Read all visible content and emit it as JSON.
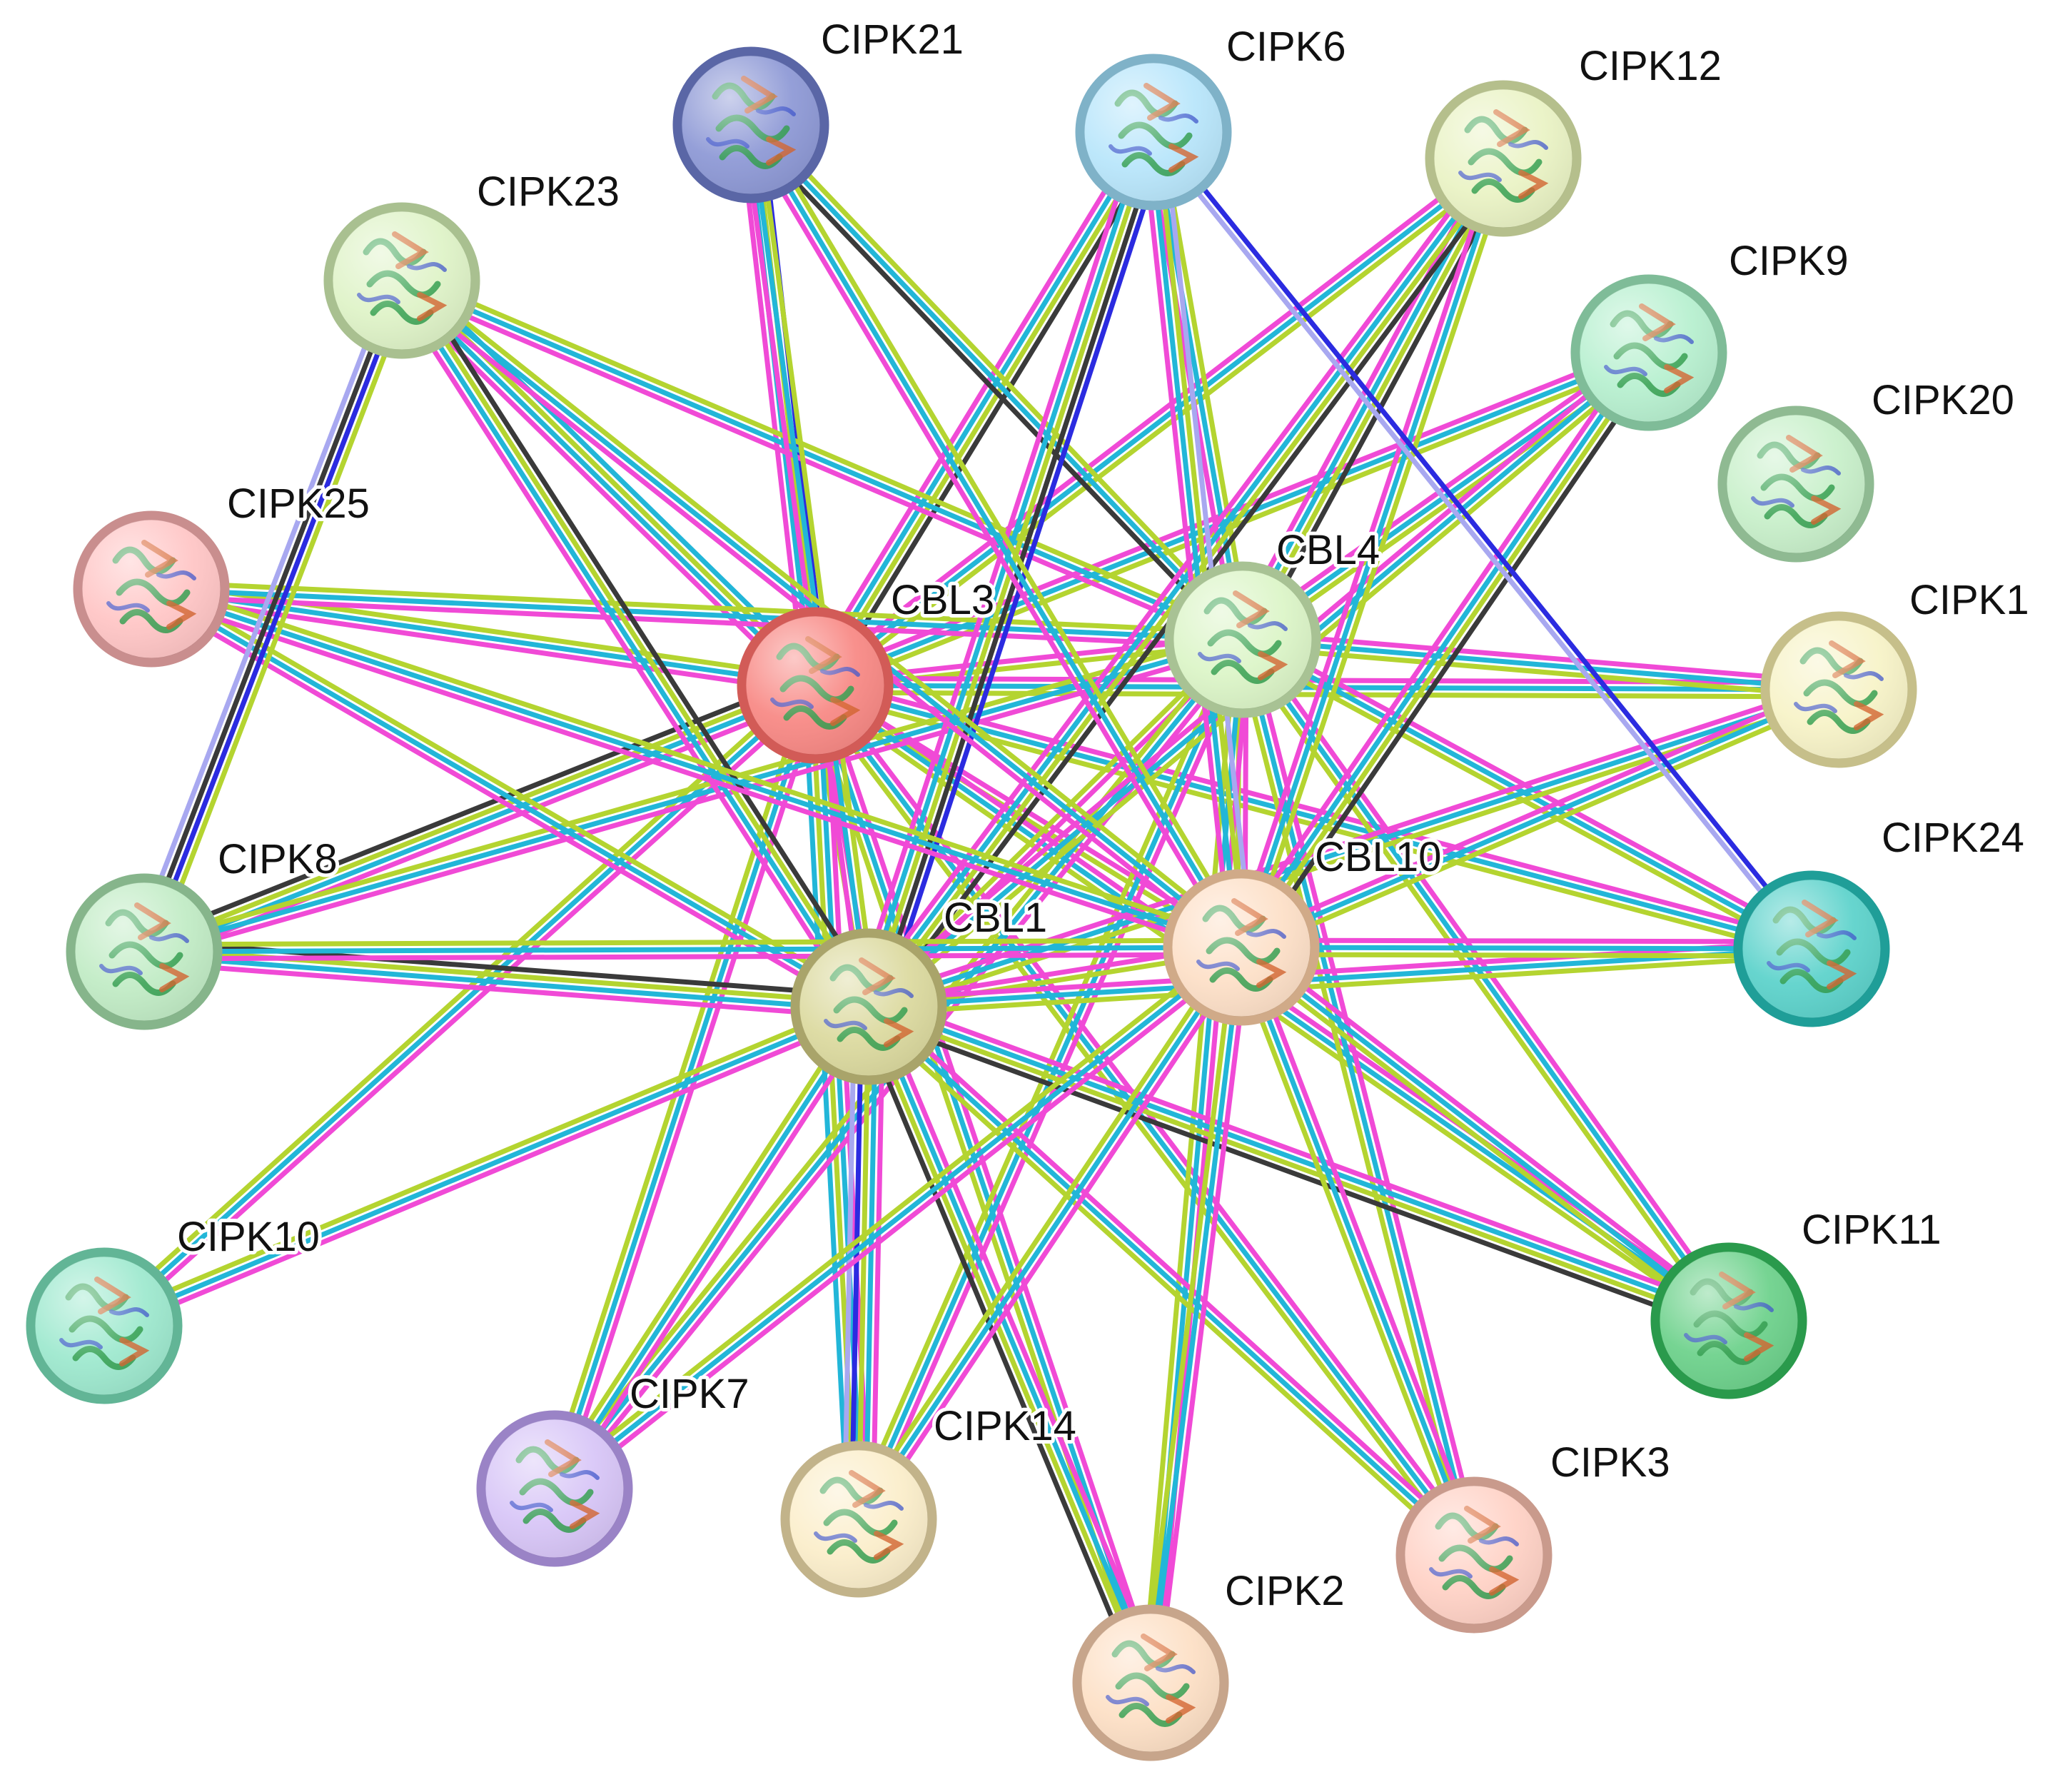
{
  "network": {
    "nodes": [
      {
        "id": "CIPK21",
        "label": "CIPK21",
        "fill": "#8f9ad6",
        "ring": "#5a66a6"
      },
      {
        "id": "CIPK6",
        "label": "CIPK6",
        "fill": "#b9e6fb",
        "ring": "#7fb2c8"
      },
      {
        "id": "CIPK12",
        "label": "CIPK12",
        "fill": "#eaf3c5",
        "ring": "#b5bf8c"
      },
      {
        "id": "CIPK23",
        "label": "CIPK23",
        "fill": "#dff3c8",
        "ring": "#a9c090"
      },
      {
        "id": "CIPK9",
        "label": "CIPK9",
        "fill": "#b8f0d0",
        "ring": "#7fbc98"
      },
      {
        "id": "CIPK20",
        "label": "CIPK20",
        "fill": "#c9f0cb",
        "ring": "#8fba92"
      },
      {
        "id": "CIPK25",
        "label": "CIPK25",
        "fill": "#ffc6c6",
        "ring": "#c98e8e"
      },
      {
        "id": "CBL3",
        "label": "CBL3",
        "fill": "#f88a86",
        "ring": "#d25b57"
      },
      {
        "id": "CBL4",
        "label": "CBL4",
        "fill": "#dcf5c8",
        "ring": "#a8c294"
      },
      {
        "id": "CIPK1",
        "label": "CIPK1",
        "fill": "#f7f3c8",
        "ring": "#c6bf8a"
      },
      {
        "id": "CIPK8",
        "label": "CIPK8",
        "fill": "#c2ecc6",
        "ring": "#86b58b"
      },
      {
        "id": "CBL1",
        "label": "CBL1",
        "fill": "#dcdaa0",
        "ring": "#a9a46a"
      },
      {
        "id": "CBL10",
        "label": "CBL10",
        "fill": "#fde0c8",
        "ring": "#d0aa88"
      },
      {
        "id": "CIPK24",
        "label": "CIPK24",
        "fill": "#5fd3cc",
        "ring": "#1f9e98"
      },
      {
        "id": "CIPK10",
        "label": "CIPK10",
        "fill": "#9fe9cf",
        "ring": "#62b596"
      },
      {
        "id": "CIPK11",
        "label": "CIPK11",
        "fill": "#6fd28d",
        "ring": "#2a9a4c"
      },
      {
        "id": "CIPK7",
        "label": "CIPK7",
        "fill": "#d8c6f7",
        "ring": "#9a83c6"
      },
      {
        "id": "CIPK14",
        "label": "CIPK14",
        "fill": "#fbeecb",
        "ring": "#c2b38a"
      },
      {
        "id": "CIPK3",
        "label": "CIPK3",
        "fill": "#ffd2c6",
        "ring": "#c99a8c"
      },
      {
        "id": "CIPK2",
        "label": "CIPK2",
        "fill": "#fde0c6",
        "ring": "#c7a58b"
      }
    ],
    "edge_colors": {
      "pink": "#f04ad6",
      "cyan": "#22b6d8",
      "olive": "#b4d430",
      "black": "#3a3a3a",
      "blue": "#2b2be0",
      "lavender": "#a8a8f0"
    },
    "edges": [
      {
        "source": "CBL3",
        "target": "CIPK21",
        "types": [
          "pink",
          "cyan",
          "olive",
          "blue"
        ]
      },
      {
        "source": "CBL3",
        "target": "CIPK6",
        "types": [
          "pink",
          "cyan",
          "olive",
          "black"
        ]
      },
      {
        "source": "CBL3",
        "target": "CIPK12",
        "types": [
          "pink",
          "cyan",
          "olive"
        ]
      },
      {
        "source": "CBL3",
        "target": "CIPK23",
        "types": [
          "pink",
          "cyan",
          "olive",
          "cyan"
        ]
      },
      {
        "source": "CBL3",
        "target": "CIPK9",
        "types": [
          "pink",
          "cyan",
          "olive"
        ]
      },
      {
        "source": "CBL3",
        "target": "CIPK25",
        "types": [
          "pink",
          "cyan",
          "olive"
        ]
      },
      {
        "source": "CBL3",
        "target": "CBL4",
        "types": [
          "pink",
          "olive"
        ]
      },
      {
        "source": "CBL3",
        "target": "CIPK1",
        "types": [
          "pink",
          "cyan",
          "olive"
        ]
      },
      {
        "source": "CBL3",
        "target": "CIPK8",
        "types": [
          "pink",
          "cyan",
          "olive",
          "black"
        ]
      },
      {
        "source": "CBL3",
        "target": "CBL1",
        "types": [
          "pink",
          "olive"
        ]
      },
      {
        "source": "CBL3",
        "target": "CBL10",
        "types": [
          "pink",
          "olive"
        ]
      },
      {
        "source": "CBL3",
        "target": "CIPK24",
        "types": [
          "pink",
          "cyan",
          "olive"
        ]
      },
      {
        "source": "CBL3",
        "target": "CIPK10",
        "types": [
          "pink",
          "cyan",
          "olive"
        ]
      },
      {
        "source": "CBL3",
        "target": "CIPK11",
        "types": [
          "pink",
          "cyan",
          "olive"
        ]
      },
      {
        "source": "CBL3",
        "target": "CIPK7",
        "types": [
          "pink",
          "cyan",
          "olive"
        ]
      },
      {
        "source": "CBL3",
        "target": "CIPK14",
        "types": [
          "pink",
          "cyan",
          "olive",
          "cyan"
        ]
      },
      {
        "source": "CBL3",
        "target": "CIPK3",
        "types": [
          "pink",
          "cyan",
          "olive"
        ]
      },
      {
        "source": "CBL3",
        "target": "CIPK2",
        "types": [
          "pink",
          "cyan",
          "olive"
        ]
      },
      {
        "source": "CBL4",
        "target": "CIPK21",
        "types": [
          "black",
          "cyan",
          "olive"
        ]
      },
      {
        "source": "CBL4",
        "target": "CIPK6",
        "types": [
          "pink",
          "cyan",
          "olive"
        ]
      },
      {
        "source": "CBL4",
        "target": "CIPK12",
        "types": [
          "pink",
          "cyan",
          "olive",
          "black"
        ]
      },
      {
        "source": "CBL4",
        "target": "CIPK23",
        "types": [
          "pink",
          "cyan",
          "olive"
        ]
      },
      {
        "source": "CBL4",
        "target": "CIPK9",
        "types": [
          "pink",
          "cyan",
          "olive"
        ]
      },
      {
        "source": "CBL4",
        "target": "CIPK25",
        "types": [
          "pink",
          "cyan",
          "olive"
        ]
      },
      {
        "source": "CBL4",
        "target": "CIPK1",
        "types": [
          "pink",
          "cyan",
          "olive"
        ]
      },
      {
        "source": "CBL4",
        "target": "CIPK8",
        "types": [
          "pink",
          "cyan",
          "olive"
        ]
      },
      {
        "source": "CBL4",
        "target": "CBL1",
        "types": [
          "pink",
          "olive"
        ]
      },
      {
        "source": "CBL4",
        "target": "CBL10",
        "types": [
          "pink",
          "olive"
        ]
      },
      {
        "source": "CBL4",
        "target": "CIPK24",
        "types": [
          "pink",
          "cyan",
          "olive"
        ]
      },
      {
        "source": "CBL4",
        "target": "CIPK11",
        "types": [
          "pink",
          "cyan",
          "olive"
        ]
      },
      {
        "source": "CBL4",
        "target": "CIPK7",
        "types": [
          "pink",
          "cyan",
          "olive"
        ]
      },
      {
        "source": "CBL4",
        "target": "CIPK14",
        "types": [
          "pink",
          "cyan",
          "olive"
        ]
      },
      {
        "source": "CBL4",
        "target": "CIPK3",
        "types": [
          "pink",
          "cyan",
          "olive"
        ]
      },
      {
        "source": "CBL4",
        "target": "CIPK2",
        "types": [
          "pink",
          "cyan",
          "olive"
        ]
      },
      {
        "source": "CBL1",
        "target": "CIPK21",
        "types": [
          "pink",
          "cyan",
          "olive"
        ]
      },
      {
        "source": "CBL1",
        "target": "CIPK6",
        "types": [
          "pink",
          "cyan",
          "olive",
          "black",
          "blue"
        ]
      },
      {
        "source": "CBL1",
        "target": "CIPK12",
        "types": [
          "pink",
          "cyan",
          "olive",
          "black"
        ]
      },
      {
        "source": "CBL1",
        "target": "CIPK23",
        "types": [
          "pink",
          "cyan",
          "olive",
          "black"
        ]
      },
      {
        "source": "CBL1",
        "target": "CIPK9",
        "types": [
          "pink",
          "cyan",
          "olive"
        ]
      },
      {
        "source": "CBL1",
        "target": "CIPK25",
        "types": [
          "pink",
          "cyan",
          "olive"
        ]
      },
      {
        "source": "CBL1",
        "target": "CIPK1",
        "types": [
          "pink",
          "cyan",
          "olive"
        ]
      },
      {
        "source": "CBL1",
        "target": "CIPK8",
        "types": [
          "pink",
          "cyan",
          "olive",
          "black"
        ]
      },
      {
        "source": "CBL1",
        "target": "CBL10",
        "types": [
          "pink",
          "olive"
        ]
      },
      {
        "source": "CBL1",
        "target": "CIPK24",
        "types": [
          "pink",
          "cyan",
          "olive"
        ]
      },
      {
        "source": "CBL1",
        "target": "CIPK10",
        "types": [
          "pink",
          "cyan",
          "olive"
        ]
      },
      {
        "source": "CBL1",
        "target": "CIPK11",
        "types": [
          "pink",
          "cyan",
          "olive",
          "black"
        ]
      },
      {
        "source": "CBL1",
        "target": "CIPK7",
        "types": [
          "pink",
          "cyan",
          "olive"
        ]
      },
      {
        "source": "CBL1",
        "target": "CIPK14",
        "types": [
          "pink",
          "cyan",
          "olive",
          "blue",
          "lavender"
        ]
      },
      {
        "source": "CBL1",
        "target": "CIPK3",
        "types": [
          "pink",
          "cyan",
          "olive"
        ]
      },
      {
        "source": "CBL1",
        "target": "CIPK2",
        "types": [
          "pink",
          "cyan",
          "olive",
          "black"
        ]
      },
      {
        "source": "CBL10",
        "target": "CIPK21",
        "types": [
          "pink",
          "cyan",
          "olive"
        ]
      },
      {
        "source": "CBL10",
        "target": "CIPK6",
        "types": [
          "pink",
          "cyan",
          "olive",
          "lavender"
        ]
      },
      {
        "source": "CBL10",
        "target": "CIPK12",
        "types": [
          "pink",
          "cyan",
          "olive"
        ]
      },
      {
        "source": "CBL10",
        "target": "CIPK23",
        "types": [
          "pink",
          "cyan",
          "olive"
        ]
      },
      {
        "source": "CBL10",
        "target": "CIPK9",
        "types": [
          "pink",
          "cyan",
          "olive",
          "black"
        ]
      },
      {
        "source": "CBL10",
        "target": "CIPK25",
        "types": [
          "pink",
          "cyan",
          "olive"
        ]
      },
      {
        "source": "CBL10",
        "target": "CIPK1",
        "types": [
          "pink",
          "cyan",
          "olive"
        ]
      },
      {
        "source": "CBL10",
        "target": "CIPK8",
        "types": [
          "pink",
          "cyan",
          "olive"
        ]
      },
      {
        "source": "CBL10",
        "target": "CIPK24",
        "types": [
          "pink",
          "cyan",
          "olive"
        ]
      },
      {
        "source": "CBL10",
        "target": "CIPK11",
        "types": [
          "pink",
          "cyan",
          "olive"
        ]
      },
      {
        "source": "CBL10",
        "target": "CIPK7",
        "types": [
          "pink",
          "cyan",
          "olive"
        ]
      },
      {
        "source": "CBL10",
        "target": "CIPK14",
        "types": [
          "pink",
          "cyan",
          "olive"
        ]
      },
      {
        "source": "CBL10",
        "target": "CIPK3",
        "types": [
          "pink",
          "cyan",
          "olive"
        ]
      },
      {
        "source": "CBL10",
        "target": "CIPK2",
        "types": [
          "pink",
          "cyan",
          "olive"
        ]
      },
      {
        "source": "CIPK23",
        "target": "CIPK8",
        "types": [
          "olive",
          "blue",
          "black",
          "lavender"
        ]
      },
      {
        "source": "CIPK6",
        "target": "CIPK24",
        "types": [
          "blue",
          "lavender"
        ]
      }
    ]
  }
}
